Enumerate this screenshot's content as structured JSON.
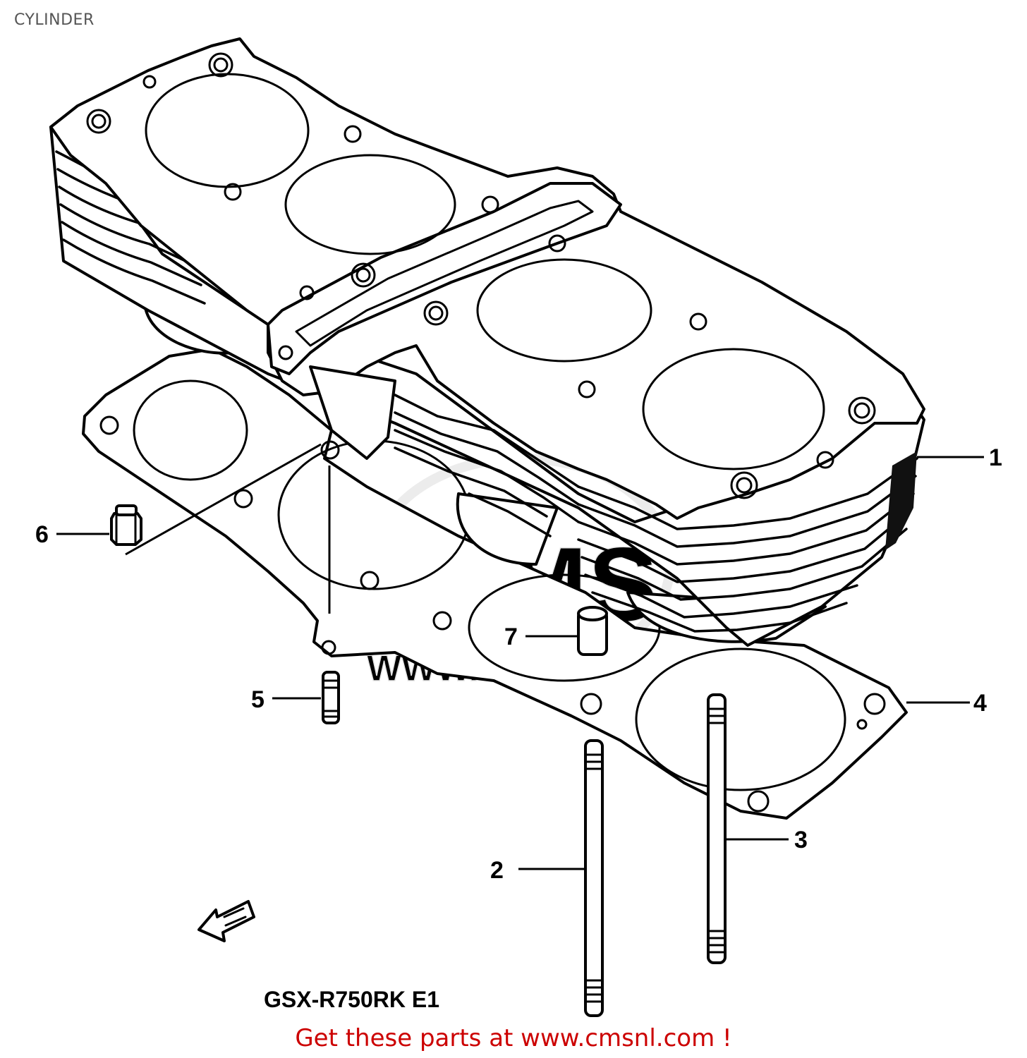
{
  "page": {
    "title": "CYLINDER",
    "model_code": "GSX-R750RK E1",
    "cta": "Get these parts at www.cmsnl.com !"
  },
  "callouts": [
    {
      "num": "1",
      "part": "cylinder"
    },
    {
      "num": "2",
      "part": "long-stud"
    },
    {
      "num": "3",
      "part": "short-stud"
    },
    {
      "num": "4",
      "part": "base-gasket"
    },
    {
      "num": "5",
      "part": "stud"
    },
    {
      "num": "6",
      "part": "nut"
    },
    {
      "num": "7",
      "part": "dowel-pin"
    }
  ],
  "watermark": {
    "text": "WWW.CMSNL.COM",
    "logo": "CMS"
  },
  "colors": {
    "ink": "#000000",
    "title": "#555555",
    "cta": "#cc0000",
    "watermark": "#e4e4e4"
  },
  "icons": {
    "direction_arrow": "front-direction-arrow-icon"
  }
}
